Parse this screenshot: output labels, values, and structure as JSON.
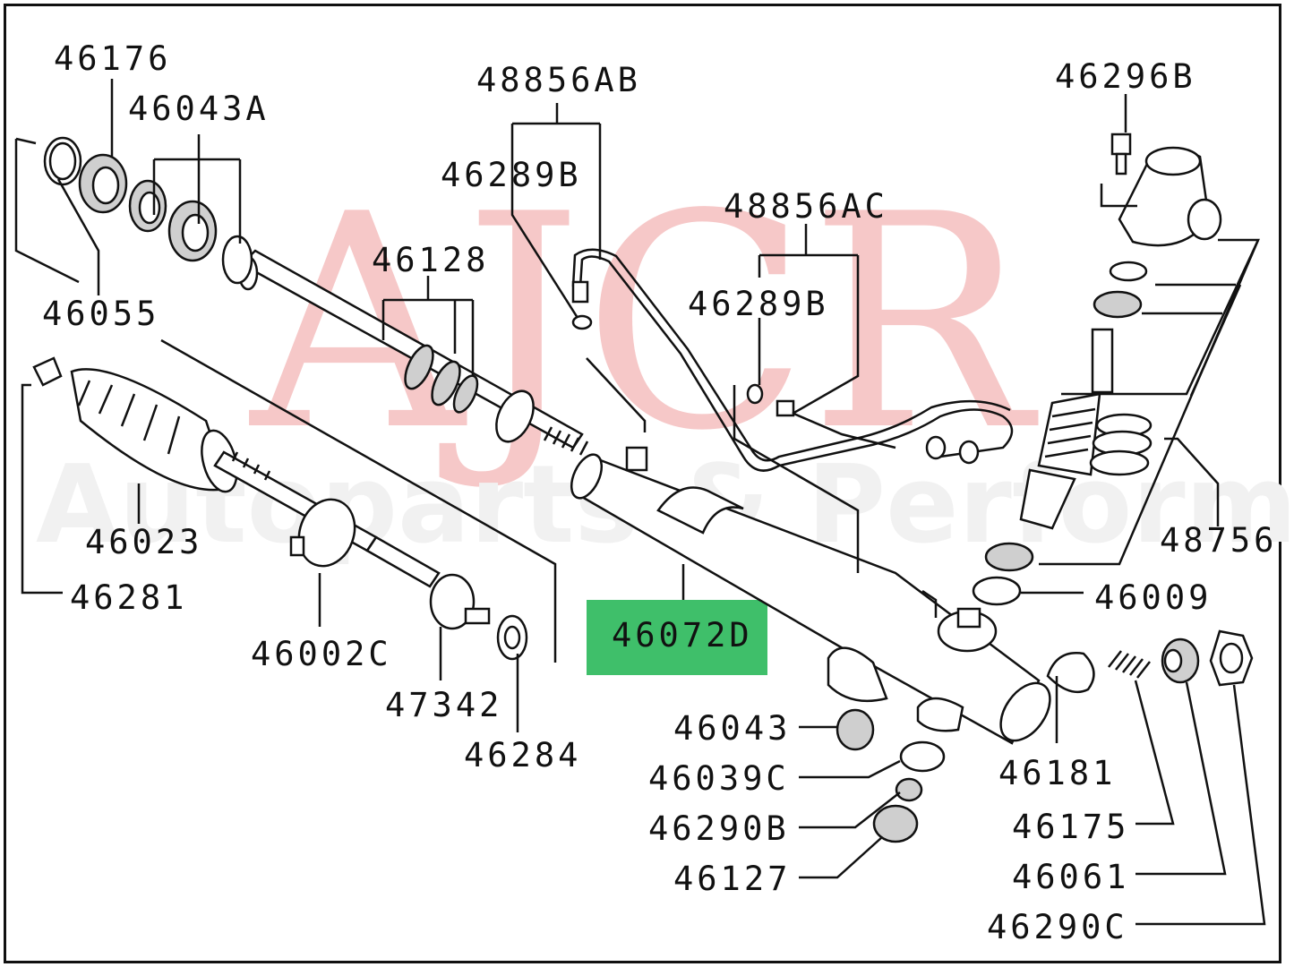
{
  "watermark": {
    "logo": "AJCR",
    "tagline": "Autoparts & Performance"
  },
  "highlight": {
    "part": "46072D",
    "color": "#3fbf6a"
  },
  "labels": {
    "p46176": "46176",
    "p46043A": "46043A",
    "p48856AB": "48856AB",
    "p46296B": "46296B",
    "p46289B_top": "46289B",
    "p48856AC": "48856AC",
    "p46128": "46128",
    "p46289B_mid": "46289B",
    "p46055": "46055",
    "p46023": "46023",
    "p48756": "48756",
    "p46281": "46281",
    "p46009": "46009",
    "p46072D": "46072D",
    "p46002C": "46002C",
    "p47342": "47342",
    "p46043": "46043",
    "p46284": "46284",
    "p46039C": "46039C",
    "p46181": "46181",
    "p46290B": "46290B",
    "p46175": "46175",
    "p46127": "46127",
    "p46061": "46061",
    "p46290C": "46290C"
  }
}
